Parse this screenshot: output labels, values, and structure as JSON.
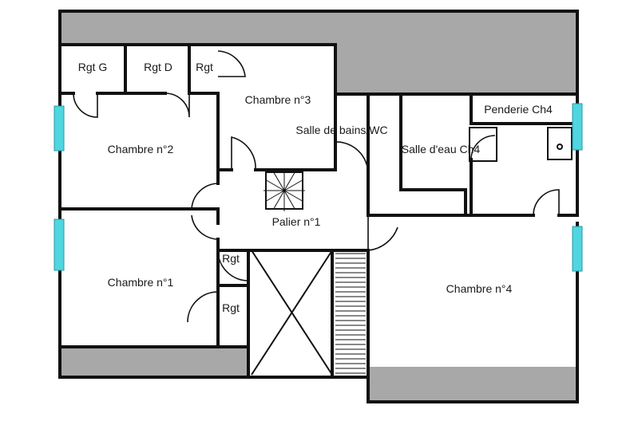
{
  "plan": {
    "rooms": {
      "rgt_g": "Rgt G",
      "rgt_d": "Rgt D",
      "rgt_top": "Rgt",
      "chambre_3": "Chambre n°3",
      "salle_de_bains": "Salle de bains/WC",
      "penderie_ch4": "Penderie Ch4",
      "chambre_2": "Chambre n°2",
      "salle_eau_ch4": "Salle d'eau Ch4",
      "palier": "Palier n°1",
      "rgt_mid": "Rgt",
      "rgt_low": "Rgt",
      "chambre_1": "Chambre n°1",
      "chambre_4": "Chambre n°4"
    },
    "colors": {
      "wall": "#111111",
      "sloped_ceiling": "#a8a8a8",
      "window": "#4fd6e0",
      "background": "#ffffff"
    }
  }
}
